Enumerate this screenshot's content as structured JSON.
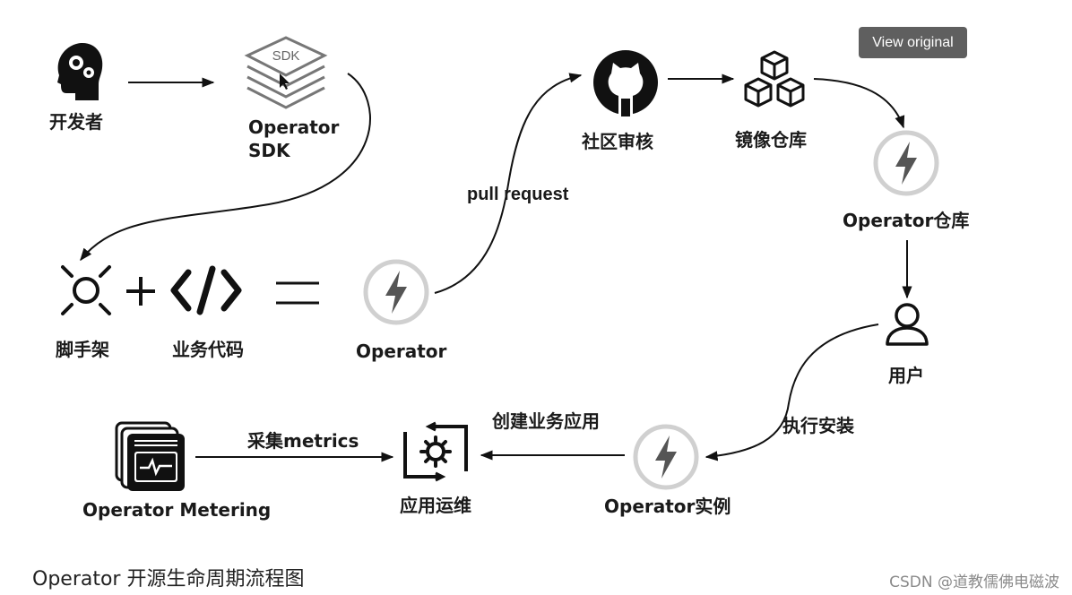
{
  "view_button": "View original",
  "nodes": {
    "developer": "开发者",
    "sdk_box": "SDK",
    "operator_sdk_line1": "Operator",
    "operator_sdk_line2": "SDK",
    "scaffold": "脚手架",
    "business_code": "业务代码",
    "operator": "Operator",
    "community_review": "社区审核",
    "image_repo": "镜像仓库",
    "operator_repo": "Operator仓库",
    "user": "用户",
    "operator_instance": "Operator实例",
    "app_ops": "应用运维",
    "operator_metering": "Operator Metering"
  },
  "edges": {
    "pull_request": "pull request",
    "install": "执行安装",
    "create_app": "创建业务应用",
    "collect_metrics": "采集metrics"
  },
  "caption": "Operator 开源生命周期流程图",
  "watermark": "CSDN @道教儒佛电磁波"
}
